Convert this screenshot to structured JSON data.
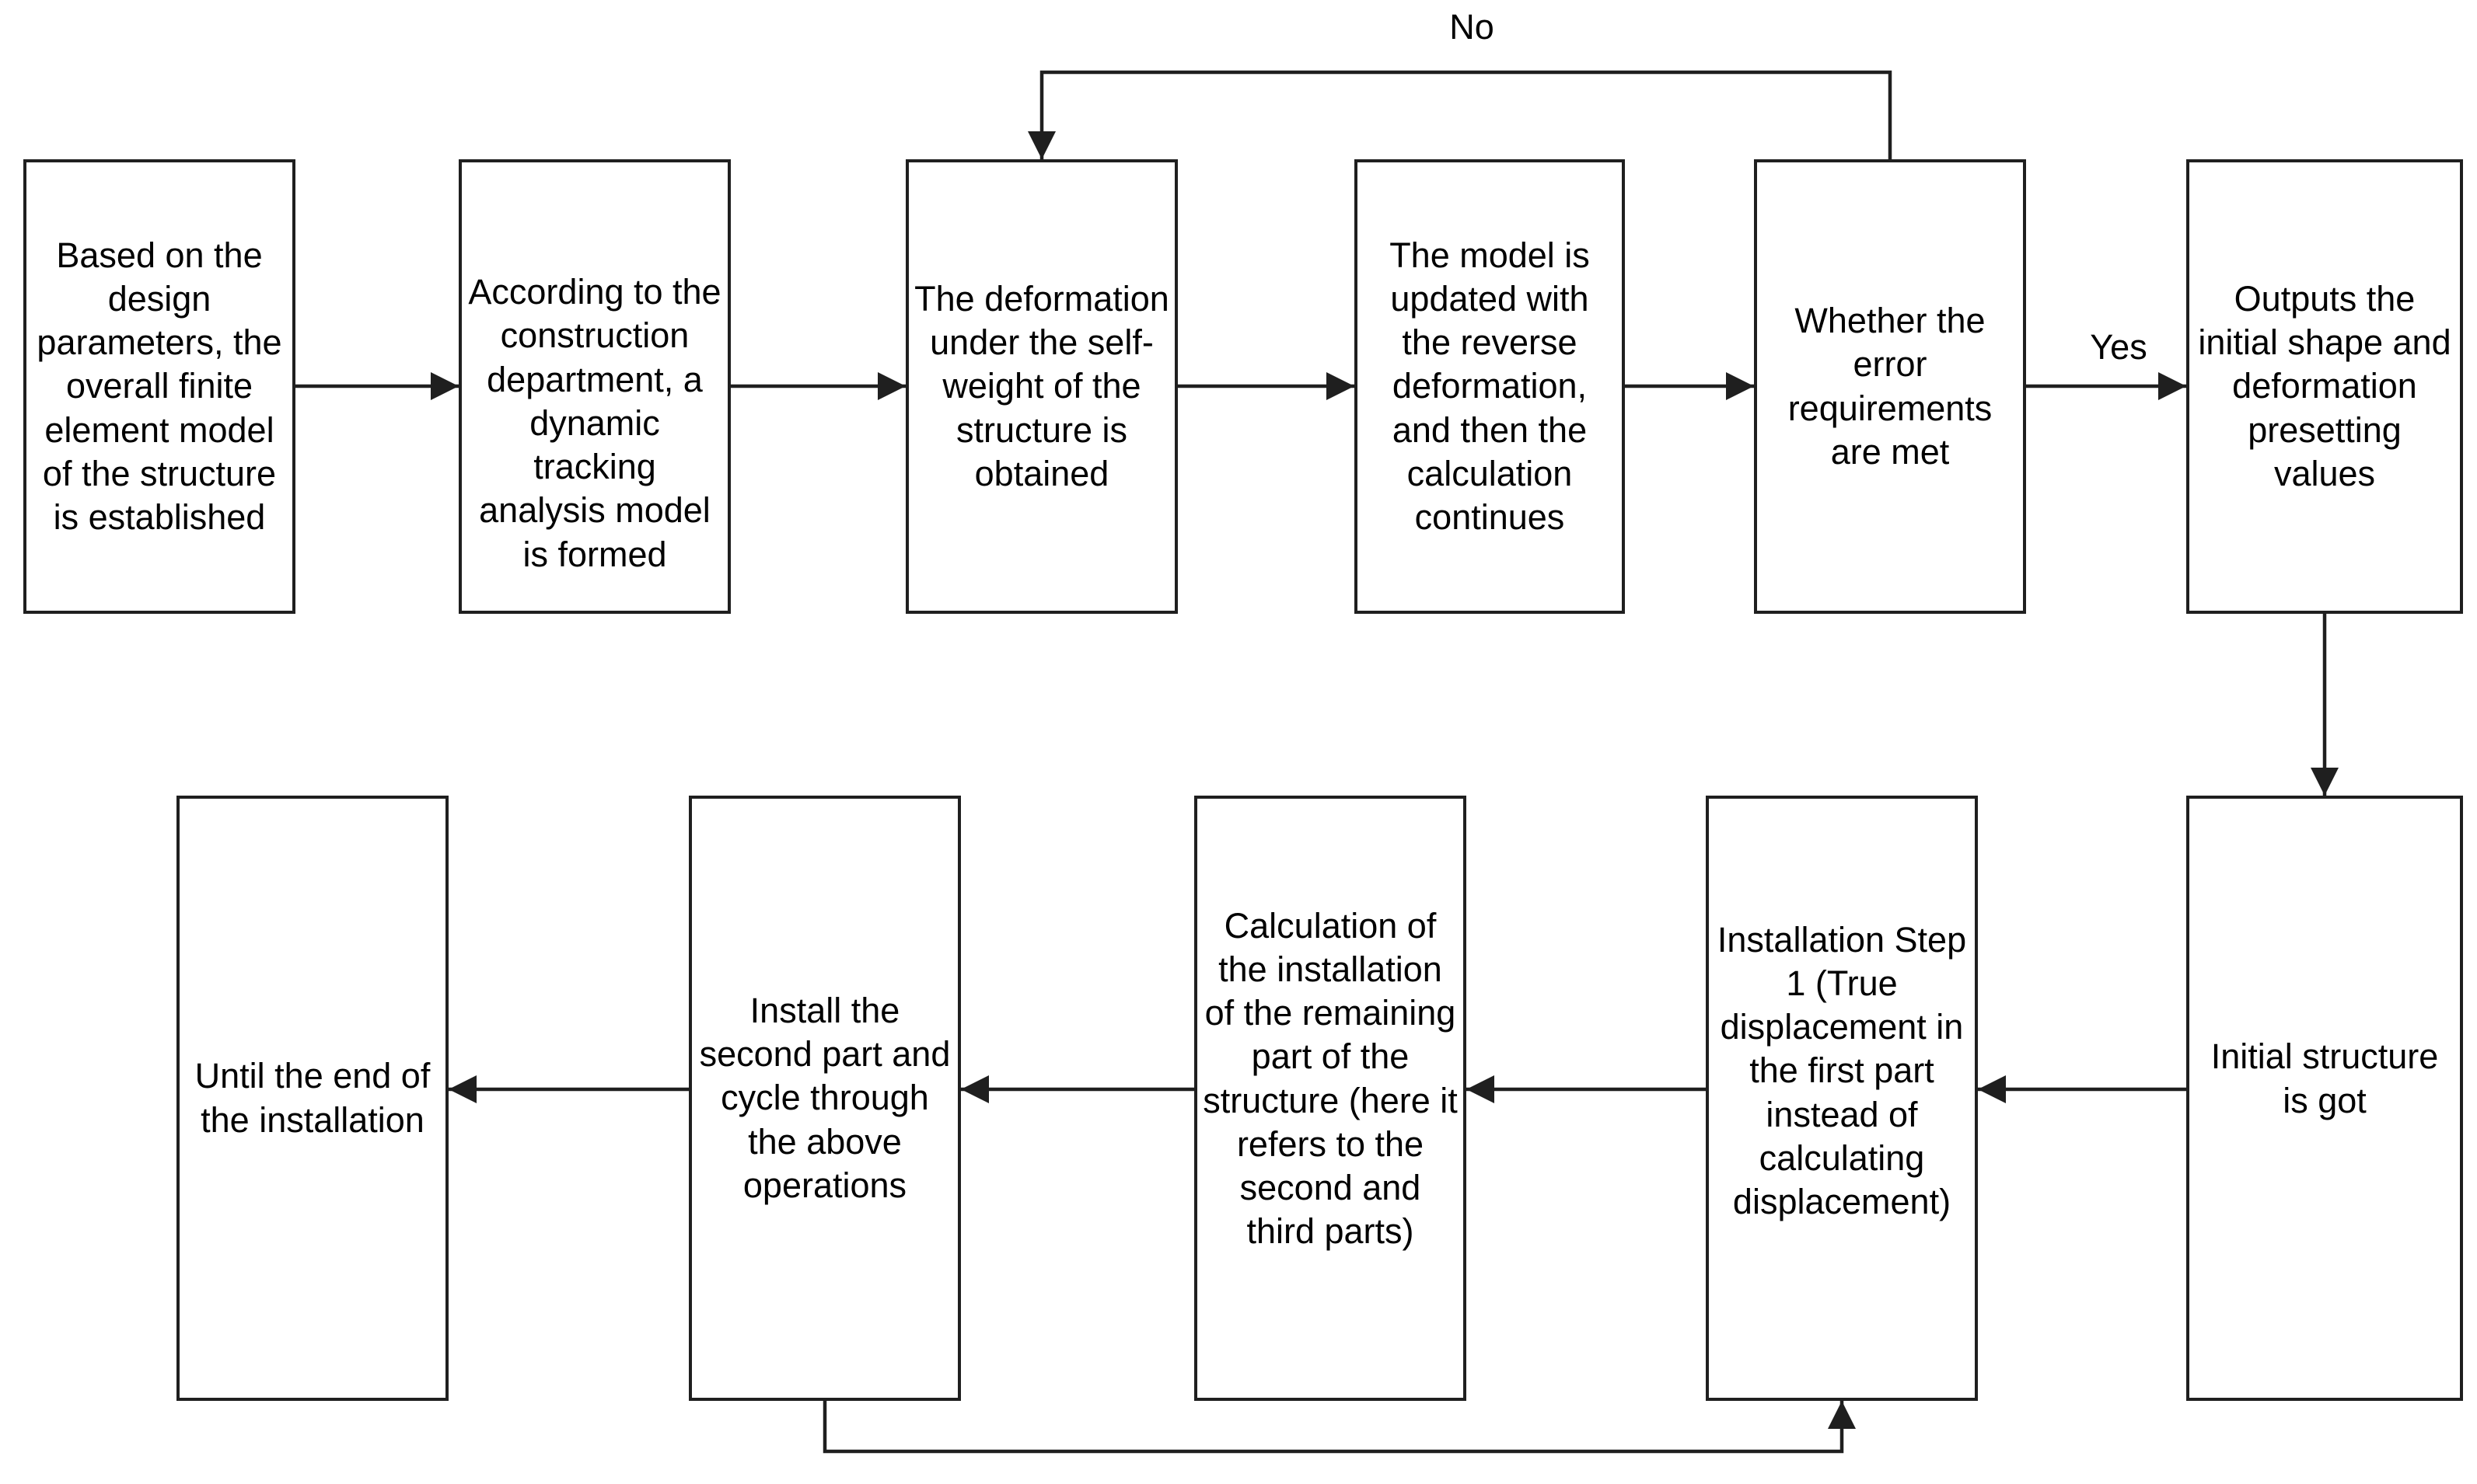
{
  "diagram": {
    "type": "flowchart",
    "colors": {
      "line": "#1f1f1f",
      "text": "#000000",
      "background": "#ffffff"
    },
    "labels": {
      "no": "No",
      "yes": "Yes"
    },
    "boxes": [
      {
        "id": "fe-model-established",
        "text": "Based on the\ndesign\nparameters, the\noverall finite\nelement model\nof the structure\nis established"
      },
      {
        "id": "tracking-analysis-model",
        "text": "According to the\nconstruction\ndepartment, a\ndynamic\ntracking\nanalysis model\nis formed"
      },
      {
        "id": "self-weight-deformation",
        "text": "The deformation\nunder the self-\nweight of the\nstructure is\nobtained"
      },
      {
        "id": "model-updated-reverse-deformation",
        "text": "The model is\nupdated with\nthe reverse\ndeformation,\nand then the\ncalculation\ncontinues"
      },
      {
        "id": "error-requirements-check",
        "text": "Whether the\nerror\nrequirements\nare met"
      },
      {
        "id": "outputs-presetting-values",
        "text": "Outputs the\ninitial shape and\ndeformation\npresetting\nvalues"
      },
      {
        "id": "initial-structure-got",
        "text": "Initial structure\nis got"
      },
      {
        "id": "installation-step-1",
        "text": "Installation Step\n1 (True\ndisplacement in\nthe first part\ninstead of\ncalculating\ndisplacement)"
      },
      {
        "id": "calculation-remaining-part",
        "text": "Calculation of\nthe installation\nof the remaining\npart of the\nstructure (here it\nrefers to the\nsecond and\nthird parts)"
      },
      {
        "id": "install-second-part-cycle",
        "text": "Install the\nsecond part and\ncycle through\nthe above\noperations"
      },
      {
        "id": "until-end-installation",
        "text": "Until the end of\nthe installation"
      }
    ]
  }
}
